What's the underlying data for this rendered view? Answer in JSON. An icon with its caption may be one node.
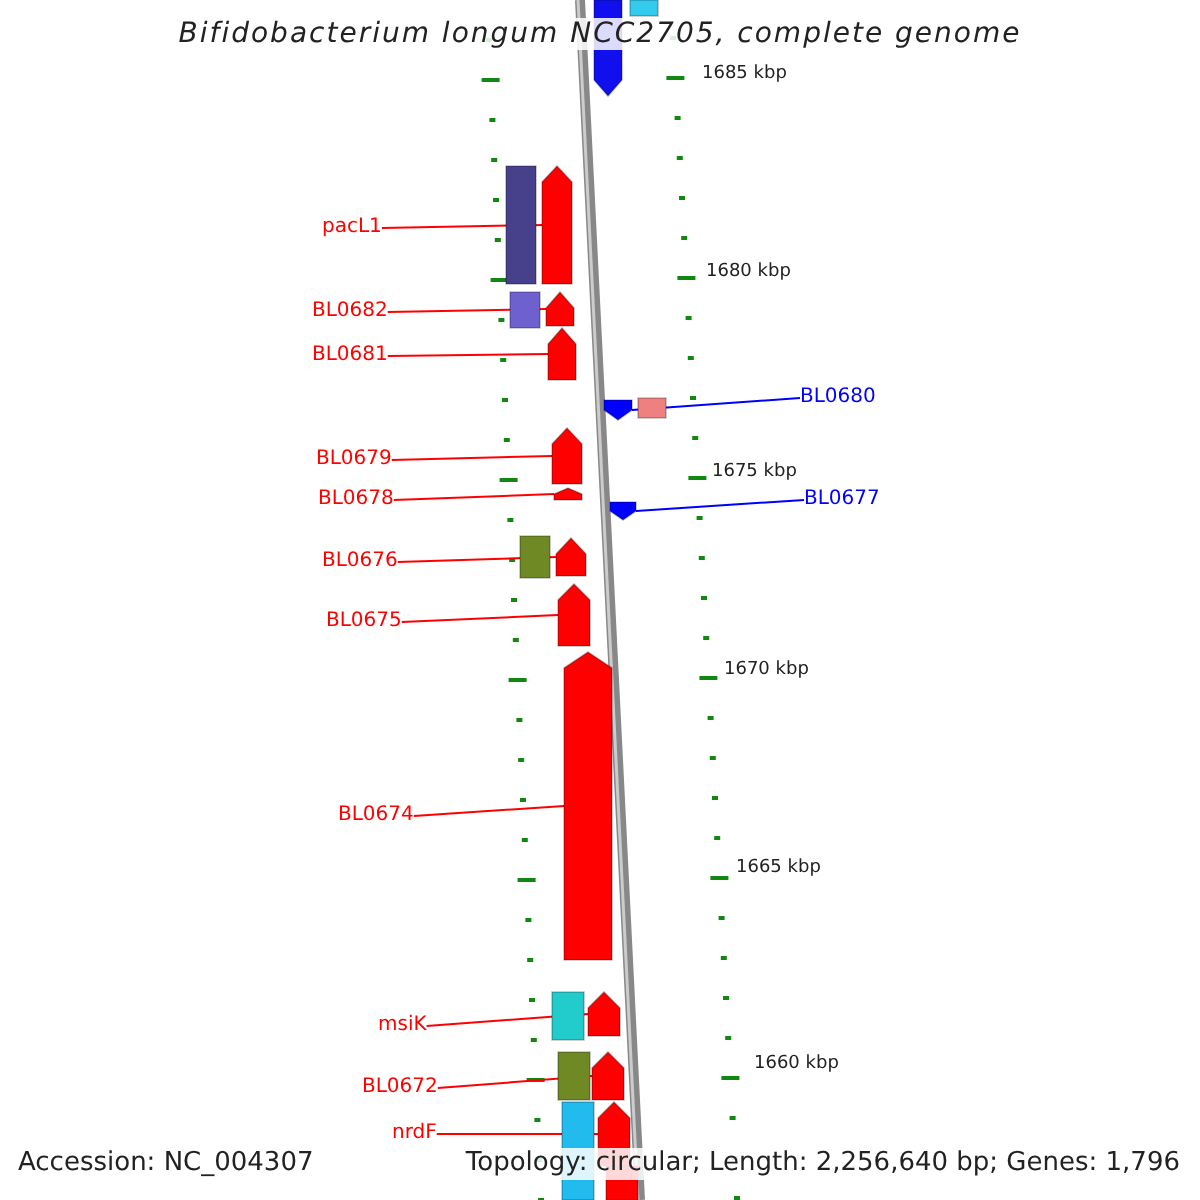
{
  "diagram": {
    "title": "Bifidobacterium longum NCC2705, complete genome",
    "nodes": [
      {
        "text": [
          "pacL1"
        ]
      },
      {
        "text": [],
        "shape": "arrow"
      },
      {
        "text": [
          "BL0682"
        ]
      },
      {
        "text": [],
        "shape": "arrow"
      },
      {
        "text": [
          "BL0681"
        ]
      },
      {
        "text": [],
        "shape": "arrow"
      },
      {
        "text": [
          "BL0680"
        ]
      },
      {
        "text": [],
        "shape": "arrow"
      },
      {
        "text": [
          "BL0679"
        ]
      },
      {
        "text": [],
        "shape": "arrow"
      },
      {
        "text": [
          "BL0678"
        ]
      },
      {
        "text": [],
        "shape": "arrow"
      },
      {
        "text": [
          "BL0677"
        ]
      },
      {
        "text": [],
        "shape": "arrow"
      },
      {
        "text": [
          "BL0676"
        ]
      },
      {
        "text": [],
        "shape": "arrow"
      },
      {
        "text": [
          "BL0675"
        ]
      },
      {
        "text": [],
        "shape": "arrow"
      },
      {
        "text": [
          "BL0674"
        ]
      },
      {
        "text": [],
        "shape": "arrow"
      },
      {
        "text": [
          "msiK"
        ]
      },
      {
        "text": [],
        "shape": "arrow"
      },
      {
        "text": [
          "BL0672"
        ]
      },
      {
        "text": [],
        "shape": "arrow"
      },
      {
        "text": [
          "nrdF"
        ]
      },
      {
        "text": [],
        "shape": "arrow"
      }
    ],
    "edges": [
      {
        "from": 0,
        "to": 1,
        "arrow": "none"
      },
      {
        "from": 2,
        "to": 3,
        "arrow": "none"
      },
      {
        "from": 4,
        "to": 5,
        "arrow": "none"
      },
      {
        "from": 6,
        "to": 7,
        "arrow": "none",
        "color": "#0000ff"
      },
      {
        "from": 8,
        "to": 9,
        "arrow": "none"
      },
      {
        "from": 10,
        "to": 11,
        "arrow": "none"
      },
      {
        "from": 12,
        "to": 13,
        "arrow": "none",
        "color": "#0000ff"
      },
      {
        "from": 14,
        "to": 15,
        "arrow": "none"
      },
      {
        "from": 16,
        "to": 17,
        "arrow": "none"
      },
      {
        "from": 18,
        "to": 19,
        "arrow": "none"
      },
      {
        "from": 20,
        "to": 21,
        "arrow": "none"
      },
      {
        "from": 22,
        "to": 23,
        "arrow": "none"
      },
      {
        "from": 24,
        "to": 25,
        "arrow": "none"
      }
    ],
    "labels": [
      "1685 kbp",
      "1680 kbp",
      "1675 kbp",
      "1670 kbp",
      "1665 kbp",
      "1660 kbp",
      "Accession: NC_004307",
      "Topology: circular; Length: 2,256,640 bp; Genes: 1,796"
    ]
  }
}
